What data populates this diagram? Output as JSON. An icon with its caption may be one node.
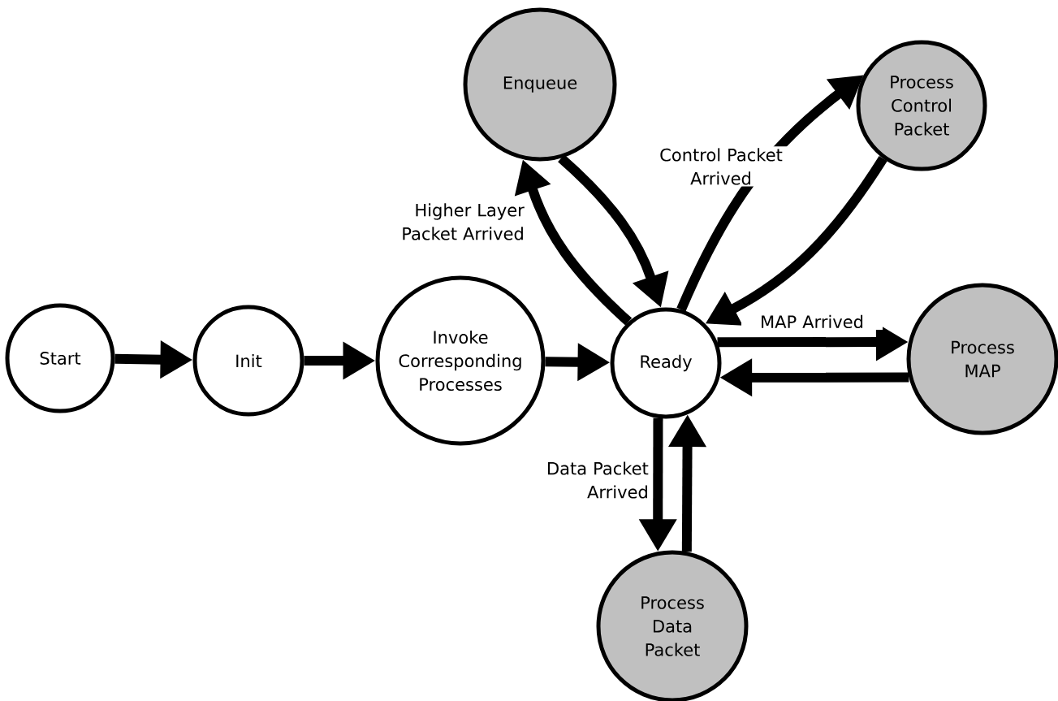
{
  "diagram": {
    "nodes": [
      {
        "text": [
          "Start"
        ]
      },
      {
        "text": [
          "Init"
        ]
      },
      {
        "text": [
          "Invoke Corresponding Processes"
        ]
      },
      {
        "text": [
          "Ready"
        ]
      },
      {
        "text": [
          "Enqueue"
        ]
      },
      {
        "text": [
          "Process Control Packet"
        ]
      },
      {
        "text": [
          "Process MAP"
        ]
      },
      {
        "text": [
          "Process Data Packet"
        ]
      }
    ],
    "edges": [
      {
        "from": 0,
        "to": 1,
        "arrow": "to"
      },
      {
        "from": 1,
        "to": 2,
        "arrow": "to"
      },
      {
        "from": 2,
        "to": 3,
        "arrow": "to"
      },
      {
        "from": 3,
        "to": 4,
        "arrow": "to",
        "label": "Higher Layer Packet Arrived"
      },
      {
        "from": 4,
        "to": 3,
        "arrow": "to"
      },
      {
        "from": 3,
        "to": 5,
        "arrow": "to",
        "label": "Control Packet Arrived"
      },
      {
        "from": 5,
        "to": 3,
        "arrow": "to"
      },
      {
        "from": 3,
        "to": 6,
        "arrow": "to",
        "label": "MAP Arrived"
      },
      {
        "from": 6,
        "to": 3,
        "arrow": "to"
      },
      {
        "from": 3,
        "to": 7,
        "arrow": "to",
        "label": "Data Packet Arrived"
      },
      {
        "from": 7,
        "to": 3,
        "arrow": "to"
      }
    ]
  }
}
